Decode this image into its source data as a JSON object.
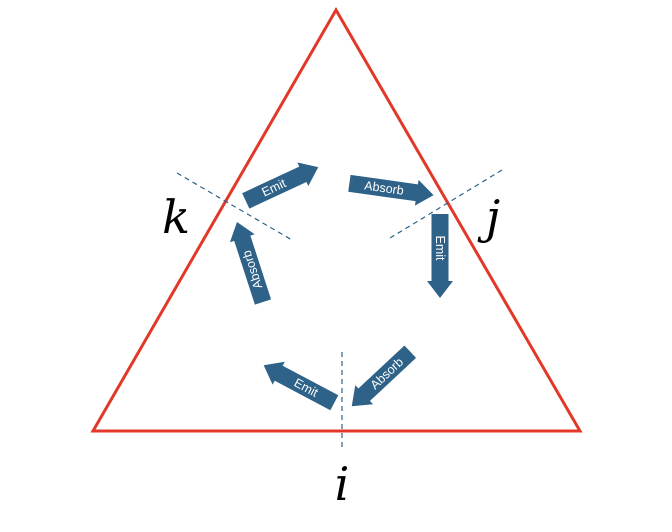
{
  "colors": {
    "triangle": "#e2382a",
    "arrow": "#2e6288",
    "dashed_line": "#2e6288",
    "label": "#000000"
  },
  "vertices": {
    "i": "i",
    "j": "j",
    "k": "k"
  },
  "arrows": [
    {
      "id": "k-emit",
      "label": "Emit"
    },
    {
      "id": "j-absorb",
      "label": "Absorb"
    },
    {
      "id": "j-emit",
      "label": "Emit"
    },
    {
      "id": "i-absorb",
      "label": "Absorb"
    },
    {
      "id": "i-emit",
      "label": "Emit"
    },
    {
      "id": "k-absorb",
      "label": "Absorb"
    }
  ]
}
